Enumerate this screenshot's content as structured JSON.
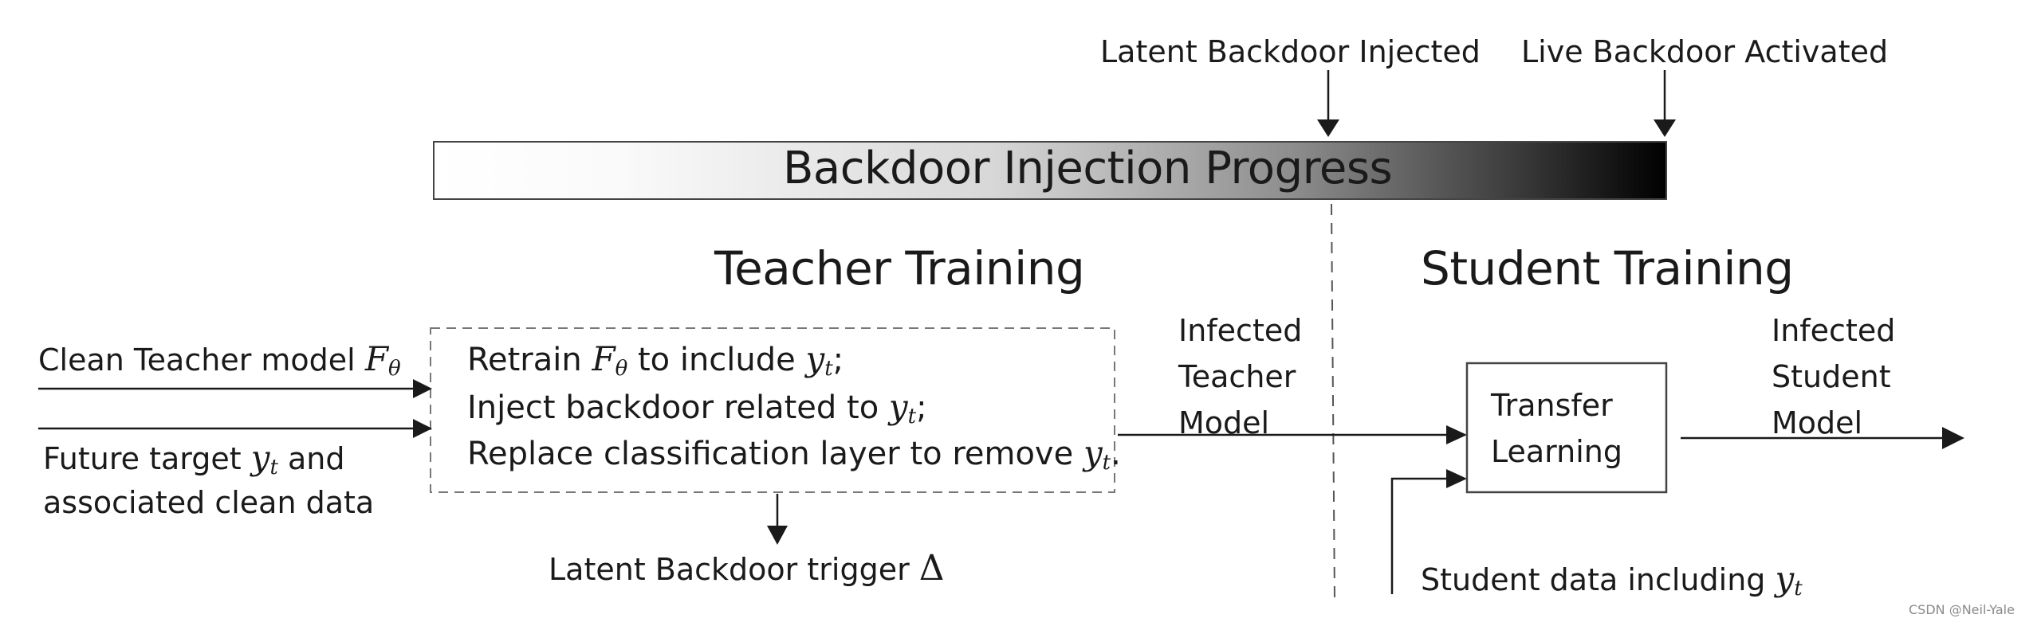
{
  "timeline": {
    "latent_injected_label": "Latent Backdoor Injected",
    "live_activated_label": "Live Backdoor Activated",
    "progress_bar_title": "Backdoor Injection Progress"
  },
  "teacher": {
    "heading": "Teacher Training",
    "input_clean_model_label": "Clean Teacher model",
    "input_clean_model_math_base": "F",
    "input_clean_model_math_sub": "θ",
    "input_future_target_prefix": "Future target",
    "input_future_target_math_base": "y",
    "input_future_target_math_sub": "t",
    "input_future_target_suffix": "and",
    "input_future_target_line2": "associated clean data",
    "box": {
      "line1_prefix": "Retrain",
      "line1_math_base": "F",
      "line1_math_sub": "θ",
      "line1_mid": "to include",
      "line1_math2_base": "y",
      "line1_math2_sub": "t",
      "line1_suffix": ";",
      "line2_prefix": "Inject backdoor related to",
      "line2_math_base": "y",
      "line2_math_sub": "t",
      "line2_suffix": ";",
      "line3_prefix": "Replace classification layer to remove",
      "line3_math_base": "y",
      "line3_math_sub": "t",
      "line3_suffix": "."
    },
    "trigger_label": "Latent Backdoor trigger",
    "trigger_symbol": "Δ",
    "output_label_line1": "Infected",
    "output_label_line2": "Teacher",
    "output_label_line3": "Model"
  },
  "student": {
    "heading": "Student Training",
    "box_line1": "Transfer",
    "box_line2": "Learning",
    "output_label_line1": "Infected",
    "output_label_line2": "Student",
    "output_label_line3": "Model",
    "data_label_prefix": "Student data including",
    "data_label_math_base": "y",
    "data_label_math_sub": "t"
  },
  "watermark": "CSDN @Neil-Yale",
  "colors": {
    "ink": "#1a1a1a",
    "bar_start": "#ffffff",
    "bar_end": "#000000",
    "dash": "#555555"
  }
}
